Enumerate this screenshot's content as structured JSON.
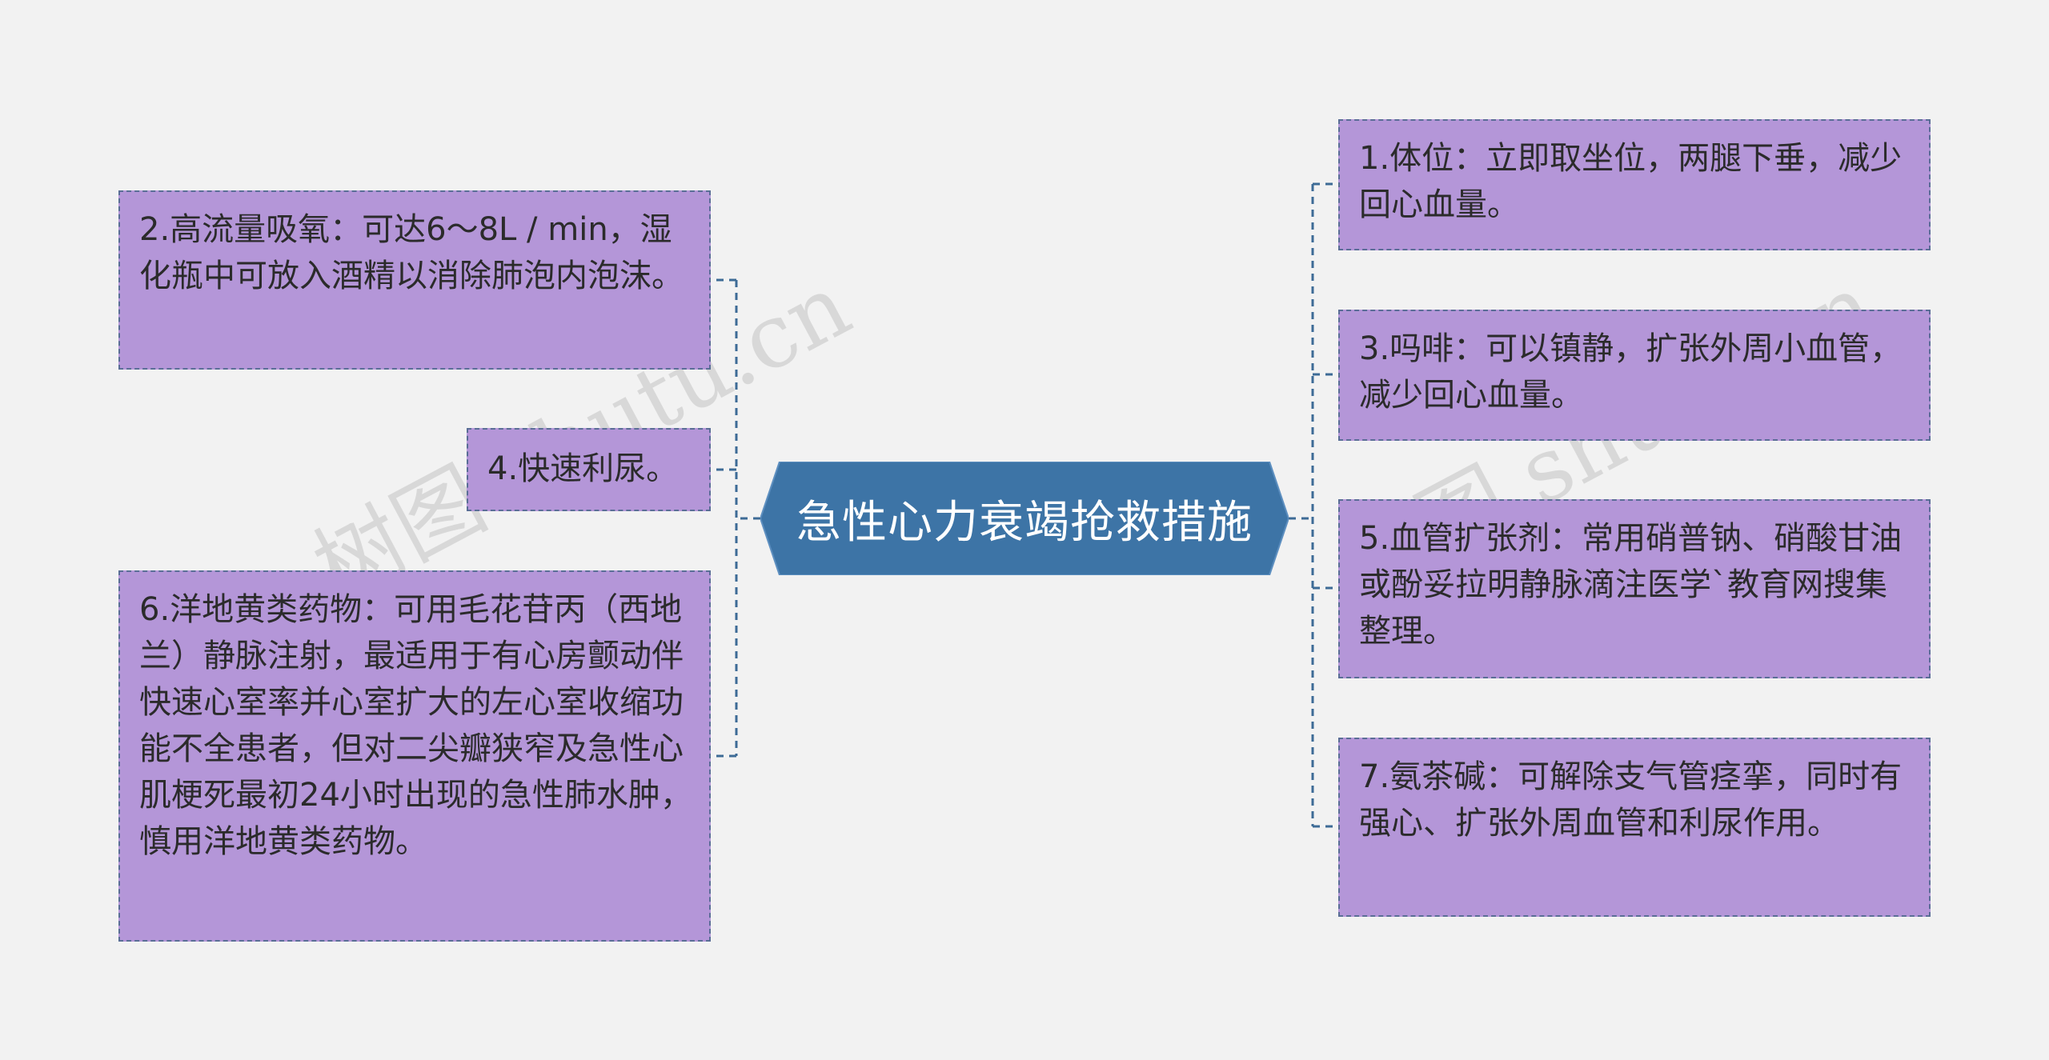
{
  "root": {
    "label": "急性心力衰竭抢救措施",
    "fill": "#3d74a6"
  },
  "left_nodes": [
    {
      "id": "n2",
      "text": "2.高流量吸氧：可达6～8L / min，湿化瓶中可放入酒精以消除肺泡内泡沫。"
    },
    {
      "id": "n4",
      "text": "4.快速利尿。"
    },
    {
      "id": "n6",
      "text": "6.洋地黄类药物：可用毛花苷丙（西地兰）静脉注射，最适用于有心房颤动伴快速心室率并心室扩大的左心室收缩功能不全患者，但对二尖瓣狭窄及急性心肌梗死最初24小时出现的急性肺水肿，慎用洋地黄类药物。"
    }
  ],
  "right_nodes": [
    {
      "id": "n1",
      "text": "1.体位：立即取坐位，两腿下垂，减少回心血量。"
    },
    {
      "id": "n3",
      "text": "3.吗啡：可以镇静，扩张外周小血管，减少回心血量。"
    },
    {
      "id": "n5",
      "text": "5.血管扩张剂：常用硝普钠、硝酸甘油或酚妥拉明静脉滴注医学`教育网搜集整理。"
    },
    {
      "id": "n7",
      "text": "7.氨茶碱：可解除支气管痉挛，同时有强心、扩张外周血管和利尿作用。"
    }
  ],
  "watermarks": [
    "树图 shutu.cn",
    "树图 shutu.cn"
  ],
  "colors": {
    "background": "#f2f2f2",
    "node_fill": "#b496d8",
    "node_border": "#5a6e96",
    "connector": "#3d6b96",
    "root_fill": "#3d74a6",
    "root_text": "#ffffff"
  }
}
